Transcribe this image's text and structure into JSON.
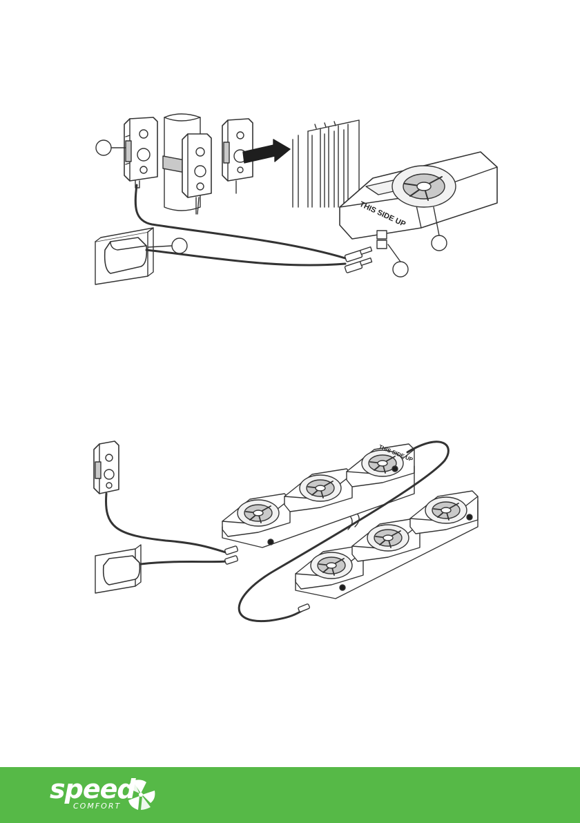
{
  "colors": {
    "brand": "#56b947",
    "ink": "#1e1e1e",
    "line": "#333333",
    "fill_light": "#f2f2f2",
    "fill_mid": "#c9c9c9"
  },
  "figure1": {
    "fan_housing_label": "THIS SIDE UP",
    "callouts": [
      "",
      "",
      "",
      ""
    ]
  },
  "figure2": {
    "fan_housing_label": "THIS SIDE UP"
  },
  "footer": {
    "brand_word": "speed",
    "brand_sub": "COMFORT",
    "logo_icon": "fan-blade-logo-icon"
  }
}
